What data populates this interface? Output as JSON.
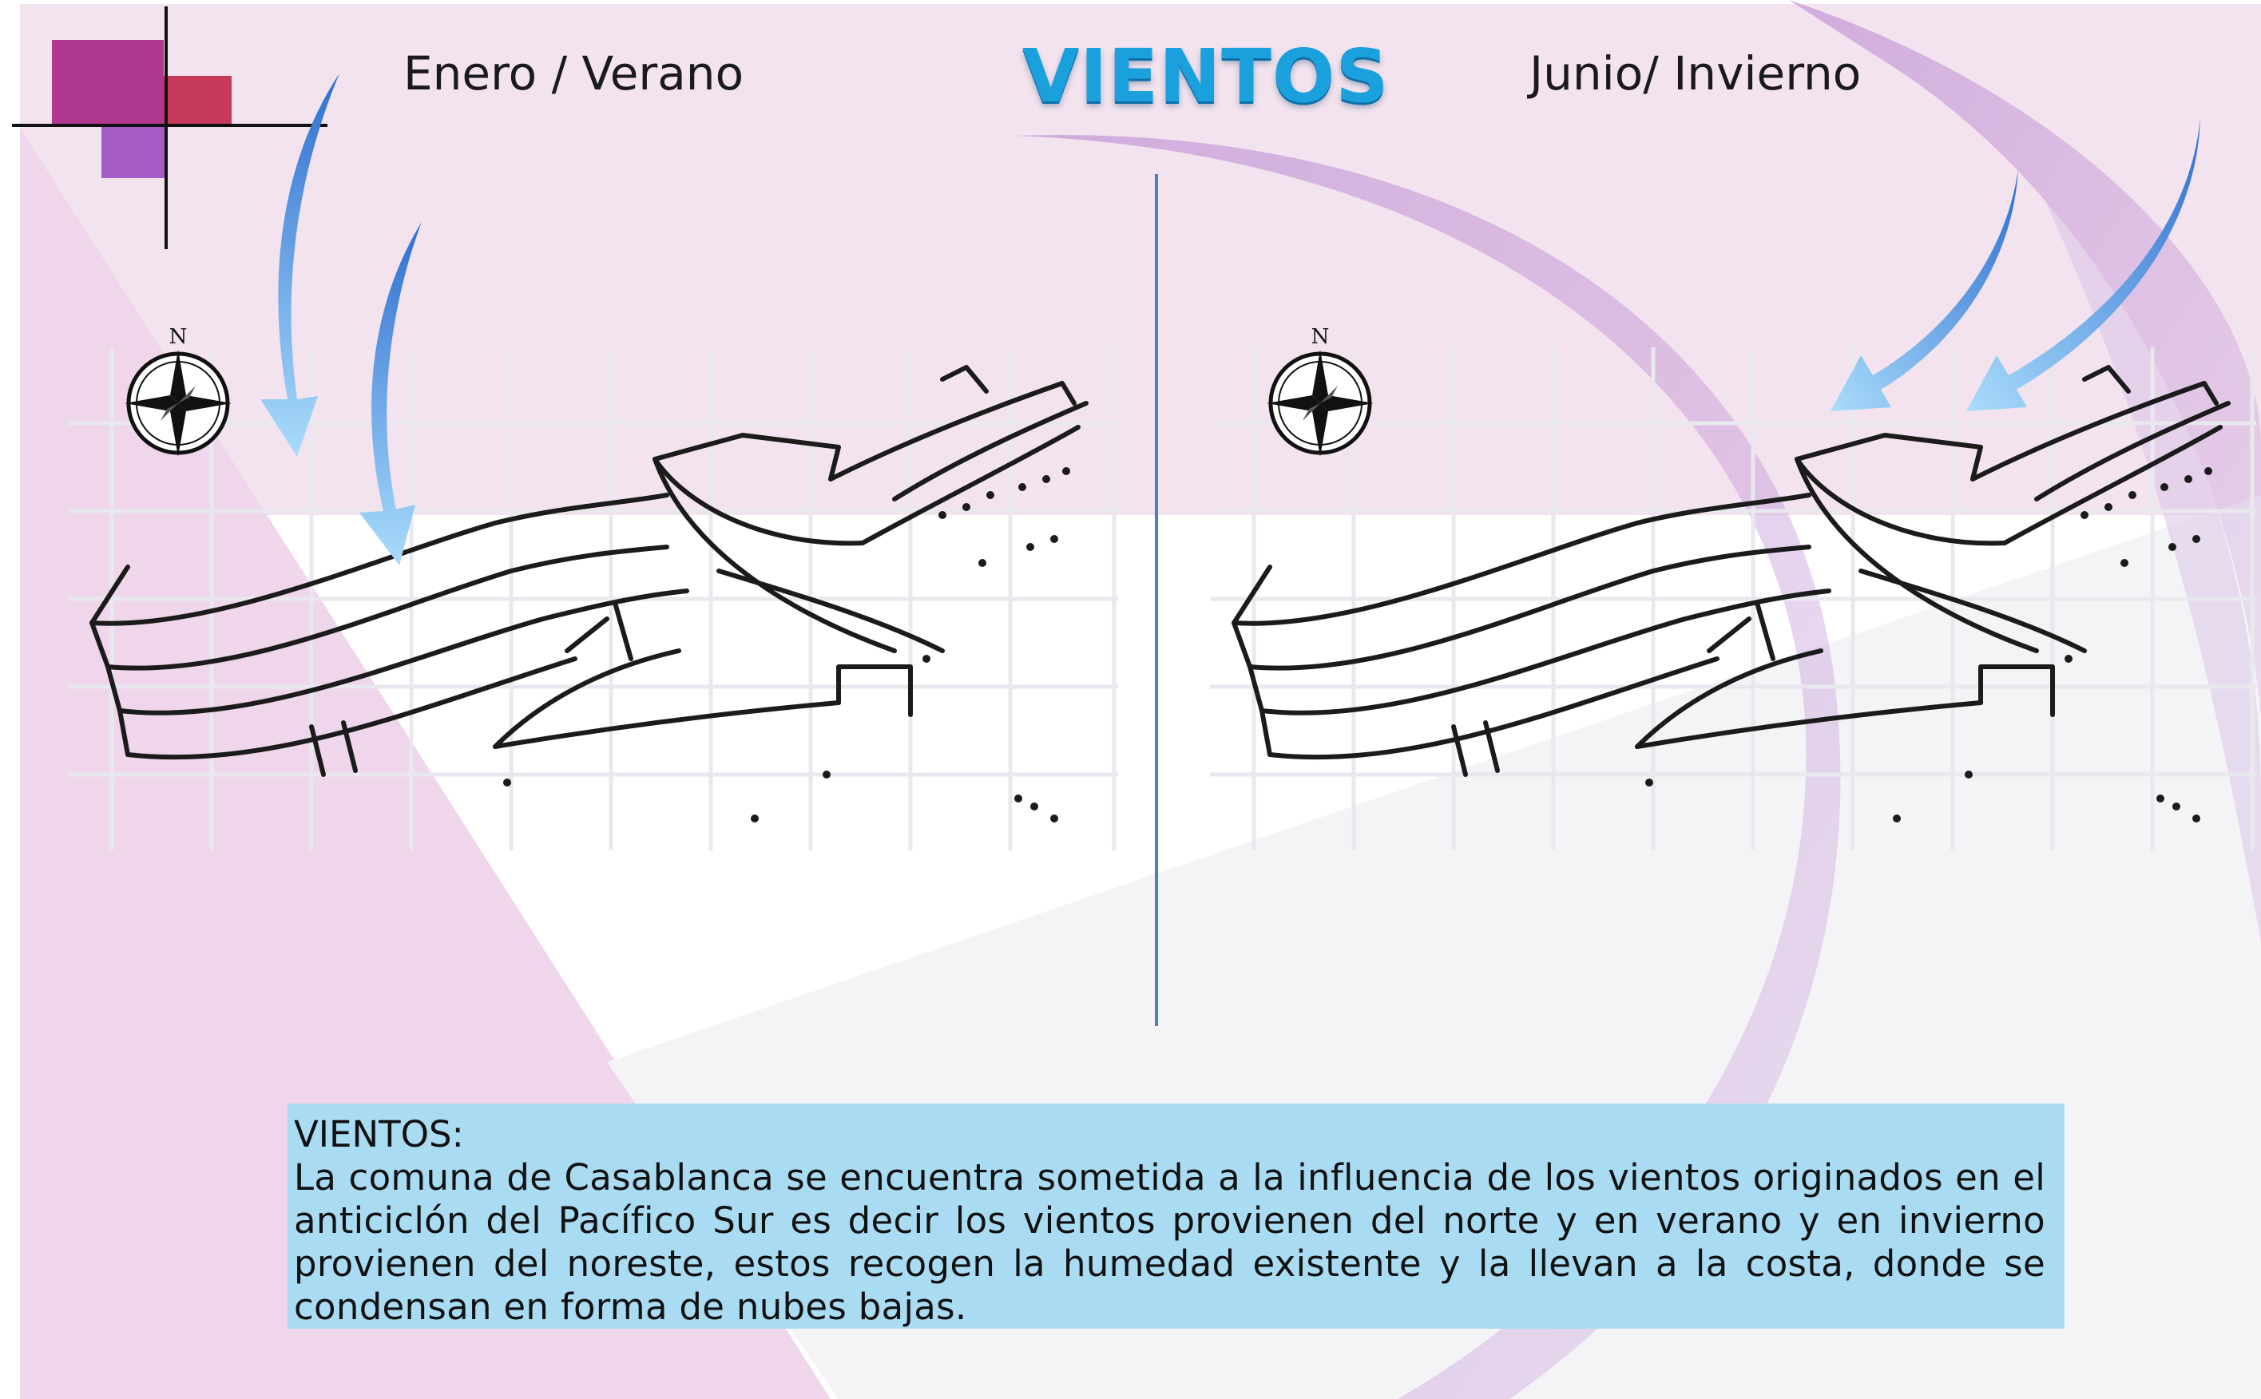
{
  "header": {
    "title": "VIENTOS",
    "left_label": "Enero  / Verano",
    "right_label": "Junio/ Invierno"
  },
  "panels": {
    "left": {
      "season": "summer",
      "wind_direction": "north",
      "compass_letter": "N"
    },
    "right": {
      "season": "winter",
      "wind_direction": "northeast",
      "compass_letter": "N"
    }
  },
  "info_box": {
    "title": "VIENTOS:",
    "body": "La comuna de Casablanca se encuentra sometida a la influencia de los vientos originados en el anticiclón del Pacífico Sur es decir  los vientos  provienen del norte y en verano y en invierno provienen del noreste, estos recogen la humedad existente y la llevan a la costa, donde se condensan en forma de nubes bajas."
  },
  "colors": {
    "accent_title": "#1aa0dc",
    "background_pink": "#f3e3ee",
    "info_box": "#a9dcf2",
    "divider": "#4f7fc0",
    "arrow_blue": "#3d8fe0",
    "decor_magenta": "#b0388e",
    "decor_red": "#c63a5e",
    "decor_purple": "#a45cc4"
  }
}
